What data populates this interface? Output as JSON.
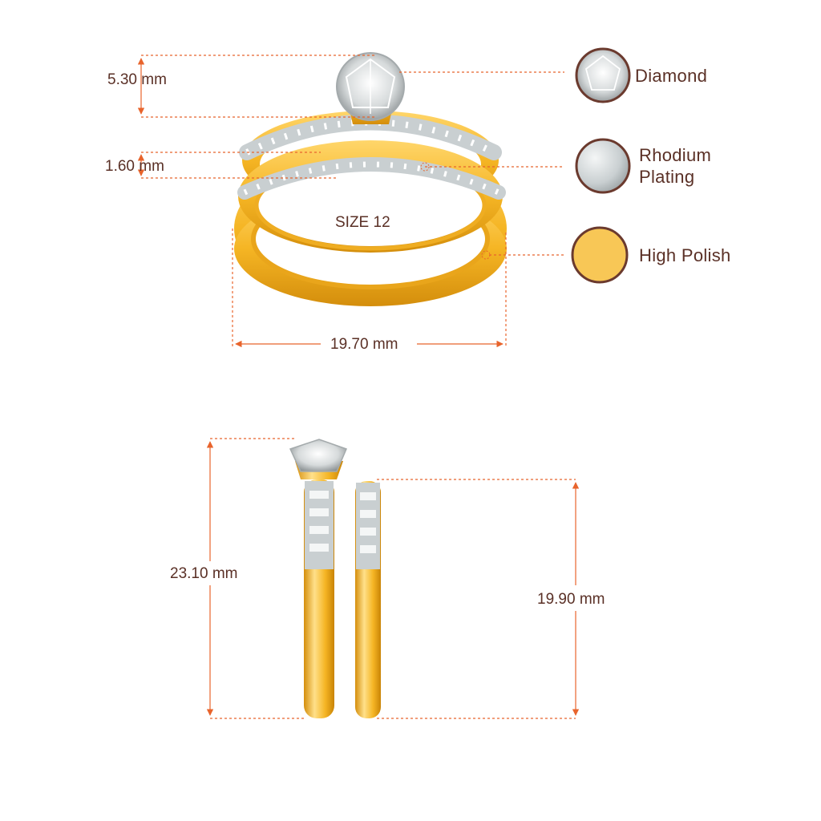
{
  "dimensions": {
    "head_height": "5.30 mm",
    "band_width": "1.60 mm",
    "ring_size": "SIZE 12",
    "ring_width": "19.70 mm",
    "side_height_engagement": "23.10 mm",
    "side_height_band": "19.90 mm"
  },
  "legend": {
    "diamond": "Diamond",
    "rhodium_line1": "Rhodium",
    "rhodium_line2": "Plating",
    "polish": "High Polish"
  },
  "colors": {
    "accent": "#e8642c",
    "text": "#5a3026",
    "gold": "#f5b524",
    "gold_dark": "#d48e0c",
    "rhodium": "#c9cfd1",
    "swatch_border": "#6b3a2e"
  },
  "icons": [
    "diamond-swatch-icon",
    "rhodium-swatch-icon",
    "gold-swatch-icon"
  ]
}
